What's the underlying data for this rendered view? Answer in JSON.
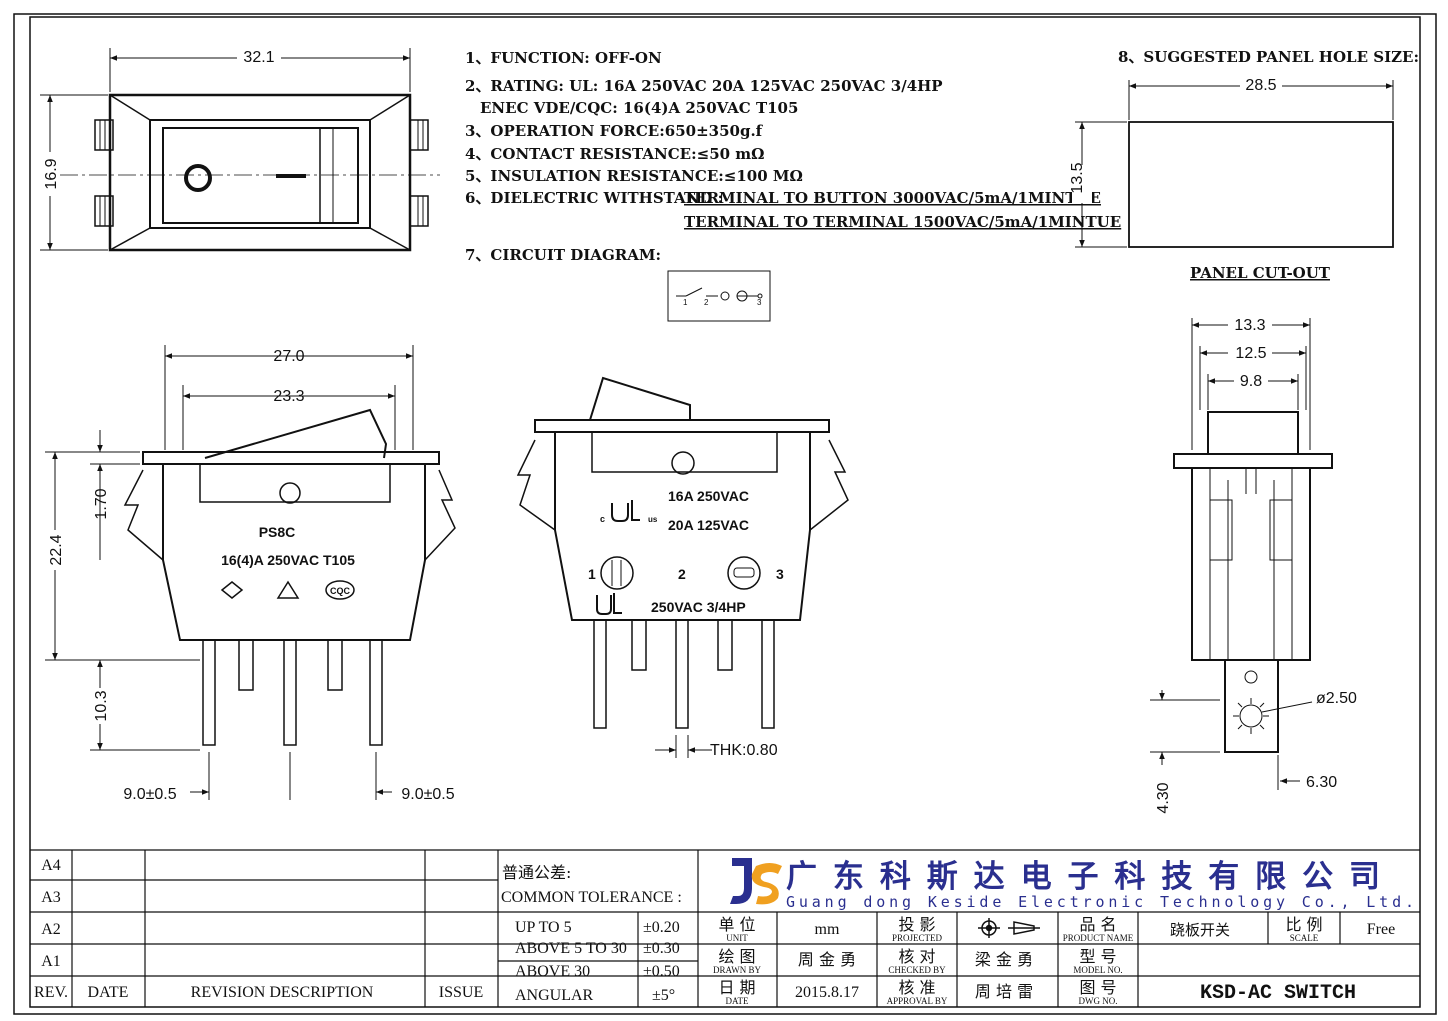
{
  "specs": [
    "1、FUNCTION: OFF-ON",
    "2、RATING: UL:    16A 250VAC    20A 125VAC   250VAC 3/4HP",
    "ENEC VDE/CQC: 16(4)A 250VAC T105",
    "3、OPERATION FORCE:650±350g.f",
    "4、CONTACT RESISTANCE:≤50 mΩ",
    "5、INSULATION RESISTANCE:≤100 MΩ",
    "6、DIELECTRIC WITHSTAND :",
    "TERMINAL TO BUTTON 3000VAC/5mA/1MINTUE",
    "TERMINAL TO TERMINAL 1500VAC/5mA/1MINTUE",
    "7、CIRCUIT DIAGRAM:",
    "8、SUGGESTED PANEL HOLE SIZE:"
  ],
  "panel": {
    "cutout_label": "PANEL CUT-OUT",
    "width": "28.5",
    "height": "13.5"
  },
  "dims": {
    "top_width": "32.1",
    "top_height": "16.9",
    "front_overall": "27.0",
    "front_inner": "23.3",
    "front_height": "22.4",
    "flange": "1.70",
    "pin_len": "10.3",
    "pitch_left": "9.0±0.5",
    "pitch_right": "9.0±0.5",
    "thk": "THK:0.80",
    "side_w1": "13.3",
    "side_w2": "12.5",
    "side_w3": "9.8",
    "hole": "ø2.50",
    "pin_w": "6.30",
    "pin_tip": "4.30"
  },
  "markings": {
    "model": "PS8C",
    "rating_enec": "16(4)A 250VAC T105",
    "cqc": "CQC",
    "ul1": "16A 250VAC",
    "ul2": "20A 125VAC",
    "ul3": "250VAC 3/4HP",
    "term1": "1",
    "term2": "2",
    "term3": "3"
  },
  "titleblock": {
    "revs": [
      "A4",
      "A3",
      "A2",
      "A1"
    ],
    "rev_header": [
      "REV.",
      "DATE",
      "REVISION DESCRIPTION",
      "ISSUE"
    ],
    "tol_cn": "普通公差:",
    "tol_en": "COMMON TOLERANCE :",
    "tol_rows": [
      {
        "range": "UP TO 5",
        "val": "±0.20"
      },
      {
        "range": "ABOVE 5 TO 30",
        "val": "±0.30"
      },
      {
        "range": "ABOVE 30",
        "val": "±0.50"
      },
      {
        "range": "ANGULAR",
        "val": "±5°"
      }
    ],
    "company_cn": "广东科斯达电子科技有限公司",
    "company_en": "Guang dong Keside  Electronic Technology Co., Ltd.",
    "unit_cn": "单 位",
    "unit_en": "UNIT",
    "unit_val": "mm",
    "proj_cn": "投 影",
    "proj_en": "PROJECTED",
    "name_cn": "品 名",
    "name_en": "PRODUCT NAME",
    "name_val": "跷板开关",
    "scale_cn": "比 例",
    "scale_en": "SCALE",
    "scale_val": "Free",
    "drawn_cn": "绘 图",
    "drawn_en": "DRAWN BY",
    "drawn_val": "周 金 勇",
    "checked_cn": "核 对",
    "checked_en": "CHECKED BY",
    "checked_val": "梁 金 勇",
    "model_cn": "型 号",
    "model_en": "MODEL NO.",
    "date_cn": "日 期",
    "date_en": "DATE",
    "date_val": "2015.8.17",
    "approval_cn": "核 准",
    "approval_en": "APPROVAL BY",
    "approval_val": "周 培 雷",
    "dwg_cn": "图 号",
    "dwg_en": "DWG NO.",
    "dwg_val": "KSD-AC SWITCH"
  }
}
